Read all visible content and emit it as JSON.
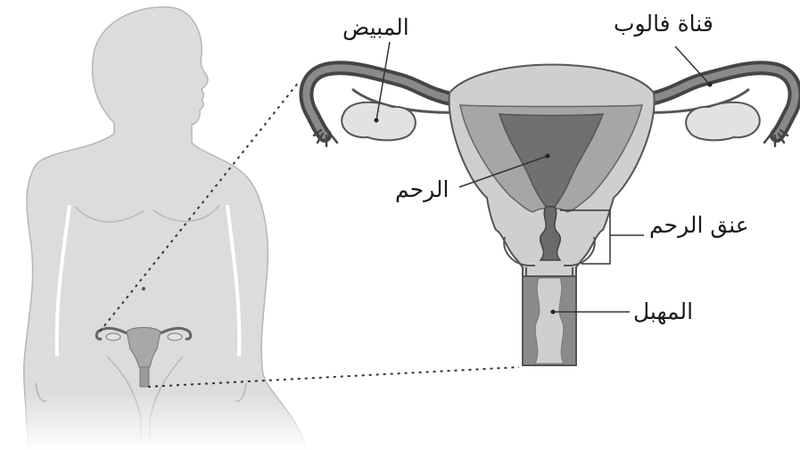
{
  "labels": {
    "ovary": "المبيض",
    "fallopian_tube": "قناة فالوب",
    "uterus": "الرحم",
    "cervix": "عنق الرحم",
    "vagina": "المهبل"
  },
  "colors": {
    "body_fill": "#dcdcdc",
    "body_stroke": "#b0b0b0",
    "uterus_outer": "#cfcfcf",
    "uterus_wall": "#a6a6a6",
    "uterus_inner": "#707070",
    "tube": "#6e6e6e",
    "ovary": "#e2e2e2",
    "line": "#333333"
  }
}
